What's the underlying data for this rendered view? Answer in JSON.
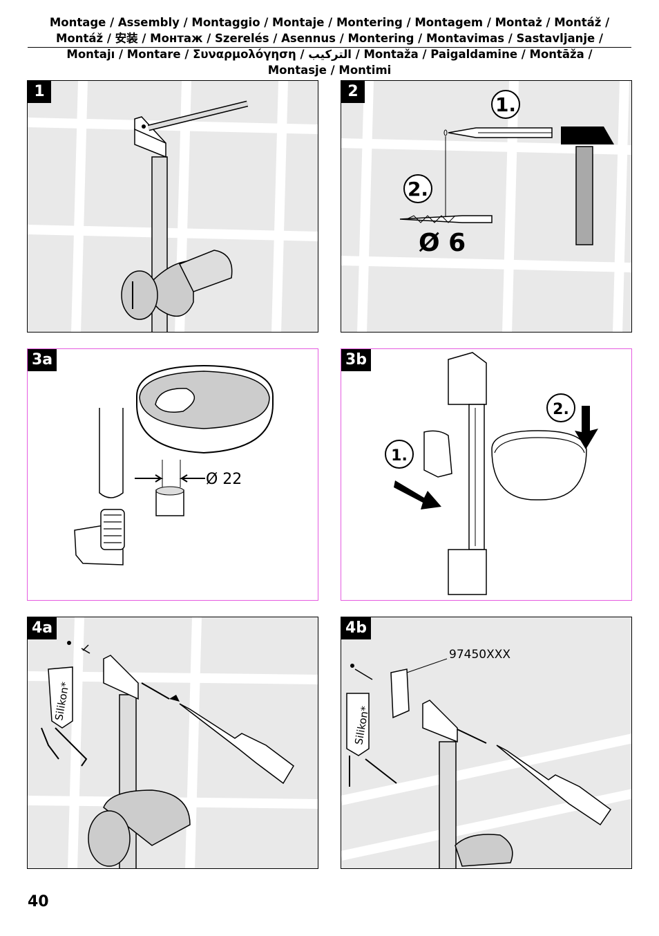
{
  "header": {
    "lines": [
      "Montage / Assembly / Montaggio / Montaje / Montering / Montagem / Montaż / Montáž /",
      "Montáž / 安装 / Монтаж / Szerelés / Asennus / Montering / Montavimas / Sastavljanje /",
      "Montajı / Montare / Συναρμολόγηση / التركيب / Montaža / Paigaldamine / Montāža /",
      "Montasje / Montimi"
    ]
  },
  "panels": {
    "p1": {
      "label": "1"
    },
    "p2": {
      "label": "2",
      "step1": "1.",
      "step2": "2.",
      "drill_size": "Ø 6"
    },
    "p3a": {
      "label": "3a",
      "diameter": "Ø 22"
    },
    "p3b": {
      "label": "3b",
      "step1": "1.",
      "step2": "2."
    },
    "p4a": {
      "label": "4a",
      "sealant": "Silikon*"
    },
    "p4b": {
      "label": "4b",
      "sealant": "Silikon*",
      "part_number": "97450XXX"
    }
  },
  "colors": {
    "tile_bg": "#e9e9e9",
    "tile_grout": "#ffffff",
    "pink_border": "#e55ae0",
    "metal": "#c8c8c8"
  },
  "page_number": "40"
}
